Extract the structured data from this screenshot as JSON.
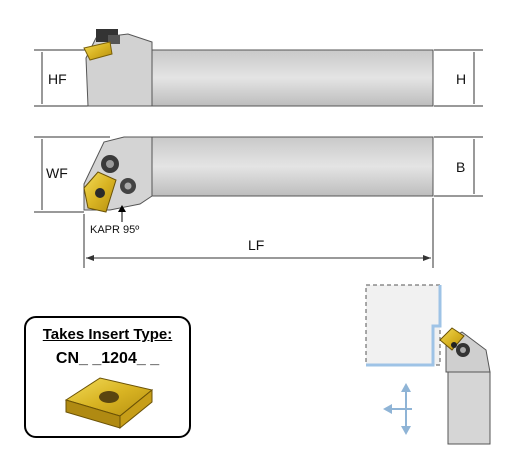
{
  "dimensions": {
    "hf": "HF",
    "h": "H",
    "wf": "WF",
    "b": "B",
    "lf": "LF",
    "kapr": "KAPR 95º"
  },
  "insert_box": {
    "title": "Takes Insert Type:",
    "code": "CN_ _1204_ _"
  },
  "colors": {
    "holder_body": "#d8d8d8",
    "insert_gold": "#e0c020",
    "feed_arrow": "#8fb4d6",
    "workpiece_edge": "#9ec3e6"
  }
}
